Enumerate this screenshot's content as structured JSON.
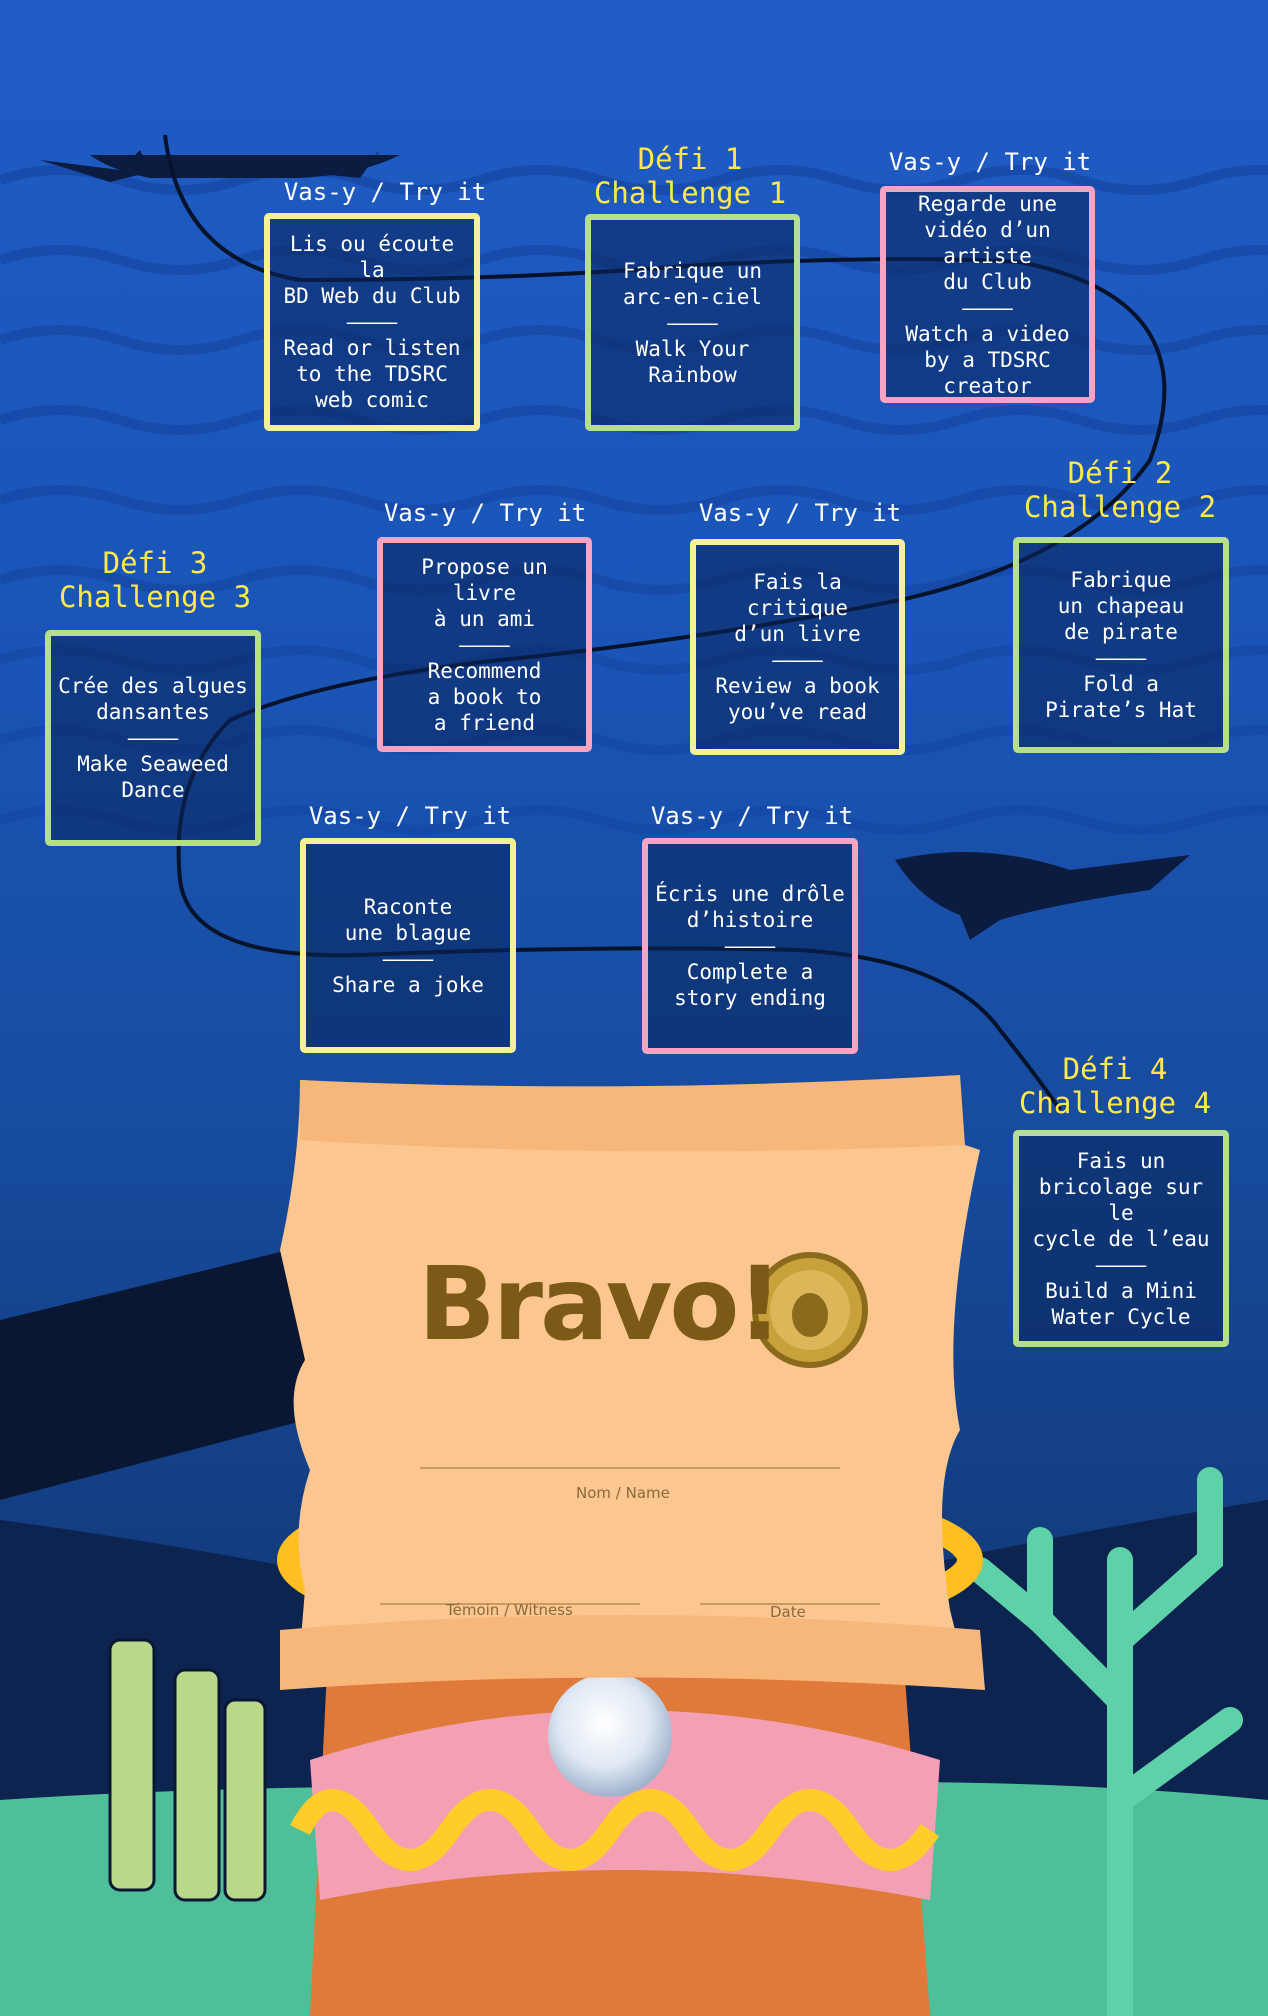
{
  "colors": {
    "background": "#1a55b8",
    "challenge_label": "#ffe94a",
    "try_label": "#ffffff",
    "box_yellow": "#f7f09a",
    "box_green": "#b5df8f",
    "box_pink": "#f6a3c4",
    "scroll": "#fbc68f",
    "bravo_text": "#7b5a17"
  },
  "activities": [
    {
      "id": "webcomic",
      "label": "Vas-y / Try it",
      "kind": "try",
      "color": "yellow",
      "lines": [
        "Lis ou écoute la",
        "BD Web du Club",
        "––––",
        "Read or listen",
        "to the TDSRC",
        "web comic"
      ]
    },
    {
      "id": "challenge-1",
      "label_lines": [
        "Défi 1",
        "Challenge 1"
      ],
      "kind": "challenge",
      "color": "green",
      "lines": [
        "Fabrique un",
        "arc-en-ciel",
        "––––",
        "Walk Your",
        "Rainbow"
      ]
    },
    {
      "id": "artist-video",
      "label": "Vas-y / Try it",
      "kind": "try",
      "color": "pink",
      "lines": [
        "Regarde une",
        "vidéo d’un artiste",
        "du Club",
        "––––",
        "Watch a video",
        "by a TDSRC",
        "creator"
      ]
    },
    {
      "id": "recommend-book",
      "label": "Vas-y / Try it",
      "kind": "try",
      "color": "pink",
      "lines": [
        "Propose un livre",
        "à un ami",
        "––––",
        "Recommend",
        "a book to",
        "a friend"
      ]
    },
    {
      "id": "review-book",
      "label": "Vas-y / Try it",
      "kind": "try",
      "color": "yellow",
      "lines": [
        "Fais la critique",
        "d’un livre",
        "––––",
        "Review a book",
        "you’ve read"
      ]
    },
    {
      "id": "challenge-2",
      "label_lines": [
        "Défi 2",
        "Challenge 2"
      ],
      "kind": "challenge",
      "color": "green",
      "lines": [
        "Fabrique",
        "un chapeau",
        "de pirate",
        "––––",
        "Fold a",
        "Pirate’s Hat"
      ]
    },
    {
      "id": "challenge-3",
      "label_lines": [
        "Défi 3",
        "Challenge 3"
      ],
      "kind": "challenge",
      "color": "green",
      "lines": [
        "Crée des algues",
        "dansantes",
        "––––",
        "Make Seaweed",
        "Dance"
      ]
    },
    {
      "id": "joke",
      "label": "Vas-y / Try it",
      "kind": "try",
      "color": "yellow",
      "lines": [
        "Raconte",
        "une blague",
        "––––",
        "Share a joke"
      ]
    },
    {
      "id": "story-ending",
      "label": "Vas-y / Try it",
      "kind": "try",
      "color": "pink",
      "lines": [
        "Écris une drôle",
        "d’histoire",
        "––––",
        "Complete a",
        "story ending"
      ]
    },
    {
      "id": "challenge-4",
      "label_lines": [
        "Défi 4",
        "Challenge 4"
      ],
      "kind": "challenge",
      "color": "green",
      "lines": [
        "Fais un",
        "bricolage sur le",
        "cycle de l’eau",
        "––––",
        "Build a Mini",
        "Water Cycle"
      ]
    }
  ],
  "certificate": {
    "title": "Bravo!",
    "name_label": "Nom / Name",
    "witness_label": "Témoin / Witness",
    "date_label": "Date"
  }
}
